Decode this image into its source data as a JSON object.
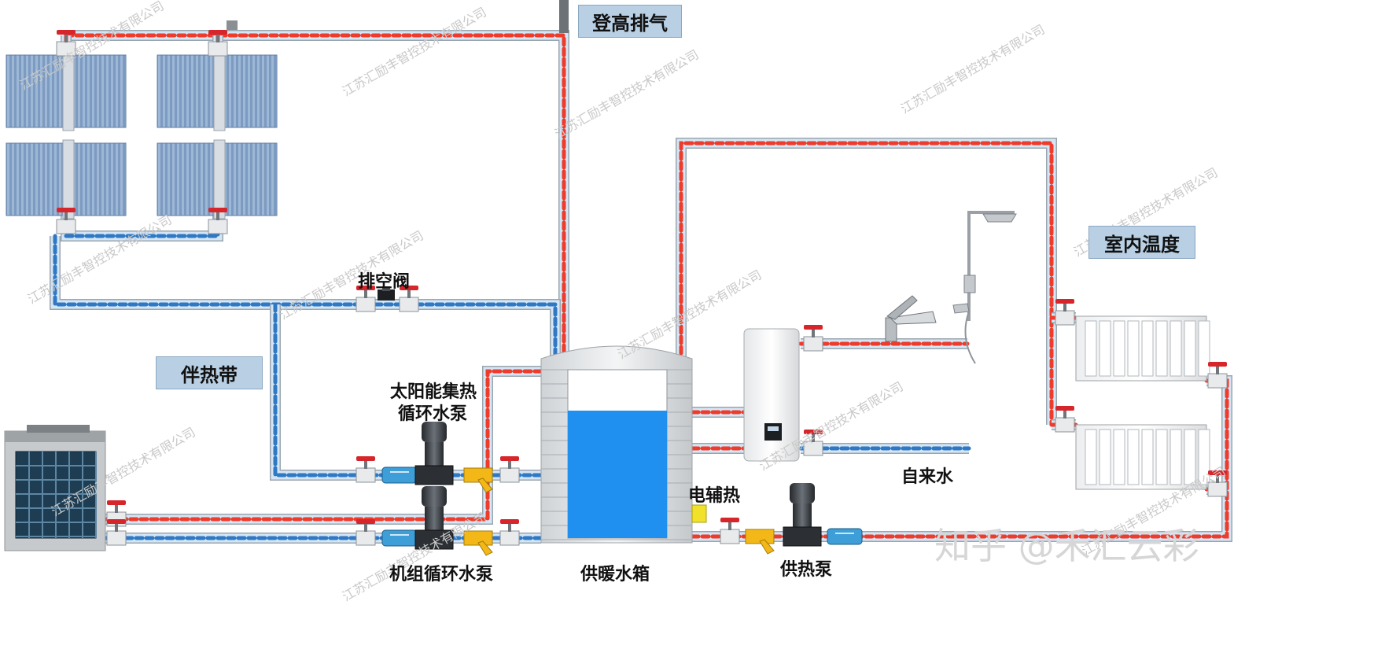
{
  "labels": {
    "vent_top": "登高排气",
    "heat_trace": "伴热带",
    "room_temp": "室内温度",
    "air_valve": "排空阀",
    "solar_pump_line1": "太阳能集热",
    "solar_pump_line2": "循环水泵",
    "unit_pump": "机组循环水泵",
    "tank": "供暖水箱",
    "electric_heater": "电辅热",
    "tap_water": "自来水",
    "supply_pump": "供热泵"
  },
  "watermark_text": "江苏汇励丰智控技术有限公司",
  "brand_text": "知乎 @禾汇云彩",
  "colors": {
    "hot_pipe": "#ee3b2a",
    "cold_pipe": "#2f78c4",
    "pipe_fill": "#d4e6f6",
    "label_box": "#b9d0e4",
    "tank_water": "#1f8ff0",
    "valve_handle": "#d6262b",
    "filter": "#f3b817",
    "pump_body": "#3b3f44"
  }
}
